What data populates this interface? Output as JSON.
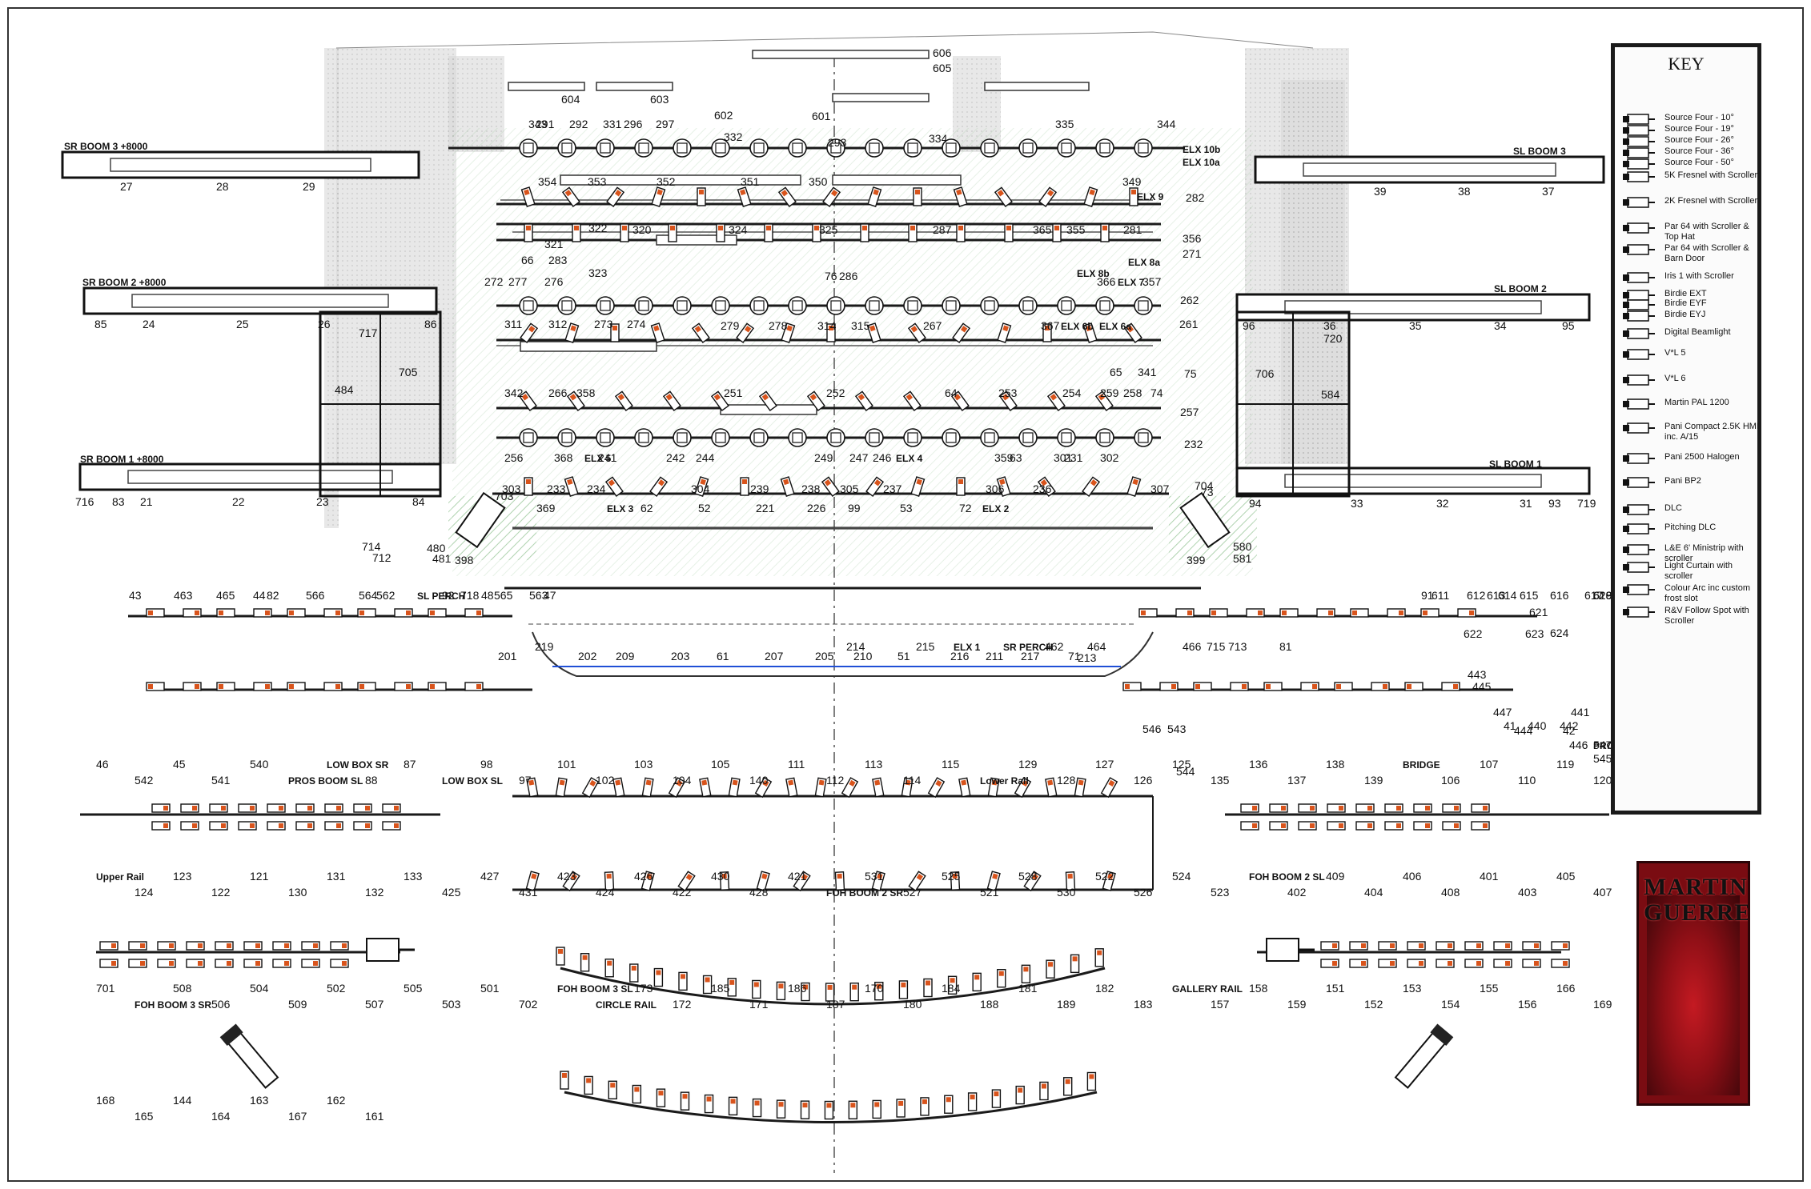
{
  "key": {
    "title": "KEY",
    "items": [
      {
        "icon": "source-four-icon",
        "label": "Source Four - 10°"
      },
      {
        "icon": "source-four-icon",
        "label": "Source Four - 19°"
      },
      {
        "icon": "source-four-icon",
        "label": "Source Four - 26°"
      },
      {
        "icon": "source-four-icon",
        "label": "Source Four - 36°"
      },
      {
        "icon": "source-four-icon",
        "label": "Source Four - 50°"
      },
      {
        "icon": "fresnel-5k-icon",
        "label": "5K Fresnel with Scroller"
      },
      {
        "icon": "fresnel-2k-icon",
        "label": "2K Fresnel with Scroller"
      },
      {
        "icon": "par64-tophat-icon",
        "label": "Par 64 with Scroller & Top Hat"
      },
      {
        "icon": "par64-barndoor-icon",
        "label": "Par 64 with Scroller & Barn Door"
      },
      {
        "icon": "iris-icon",
        "label": "Iris 1 with Scroller"
      },
      {
        "icon": "birdie-icon",
        "label": "Birdie EXT"
      },
      {
        "icon": "birdie-icon",
        "label": "Birdie EYF"
      },
      {
        "icon": "birdie-icon",
        "label": "Birdie EYJ"
      },
      {
        "icon": "beamlight-icon",
        "label": "Digital Beamlight"
      },
      {
        "icon": "vl5-icon",
        "label": "V*L 5"
      },
      {
        "icon": "vl6-icon",
        "label": "V*L 6"
      },
      {
        "icon": "martin-pal-icon",
        "label": "Martin PAL 1200"
      },
      {
        "icon": "pani-compact-icon",
        "label": "Pani Compact 2.5K HMI inc. A/15"
      },
      {
        "icon": "pani-2500-icon",
        "label": "Pani 2500 Halogen"
      },
      {
        "icon": "pani-bp2-icon",
        "label": "Pani BP2"
      },
      {
        "icon": "dlc-icon",
        "label": "DLC"
      },
      {
        "icon": "pitching-dlc-icon",
        "label": "Pitching DLC"
      },
      {
        "icon": "lae-ministrip-icon",
        "label": "L&E 6' Ministrip with scroller"
      },
      {
        "icon": "light-curtain-icon",
        "label": "Light Curtain with scroller"
      },
      {
        "icon": "colour-arc-icon",
        "label": "Colour Arc inc custom frost slot"
      },
      {
        "icon": "follow-spot-icon",
        "label": "R&V Follow Spot with Scroller"
      }
    ]
  },
  "poster": {
    "line1": "MARTIN",
    "line2": "GUERRE"
  },
  "colors": {
    "line": "#1a1a1a",
    "accent": "#d9541c",
    "blue": "#1f4fd6",
    "green": "#4aa55a",
    "wall": "#c9c9c9",
    "hatch": "#bcd9bc"
  },
  "labels": [
    {
      "t": "SR BOOM 3  +8000"
    },
    {
      "t": "27"
    },
    {
      "t": "28"
    },
    {
      "t": "29"
    },
    {
      "t": "SR BOOM 2  +8000"
    },
    {
      "t": "85"
    },
    {
      "t": "24"
    },
    {
      "t": "25"
    },
    {
      "t": "26"
    },
    {
      "t": "86"
    },
    {
      "t": "717"
    },
    {
      "t": "705"
    },
    {
      "t": "484"
    },
    {
      "t": "SR BOOM 1  +8000"
    },
    {
      "t": "716"
    },
    {
      "t": "83"
    },
    {
      "t": "21"
    },
    {
      "t": "22"
    },
    {
      "t": "23"
    },
    {
      "t": "84"
    },
    {
      "t": "714"
    },
    {
      "t": "712"
    },
    {
      "t": "703"
    },
    {
      "t": "480"
    },
    {
      "t": "481"
    },
    {
      "t": "398"
    },
    {
      "t": "SL BOOM 3"
    },
    {
      "t": "39"
    },
    {
      "t": "38"
    },
    {
      "t": "37"
    },
    {
      "t": "SL BOOM 2"
    },
    {
      "t": "96"
    },
    {
      "t": "36"
    },
    {
      "t": "35"
    },
    {
      "t": "34"
    },
    {
      "t": "95"
    },
    {
      "t": "720"
    },
    {
      "t": "706"
    },
    {
      "t": "584"
    },
    {
      "t": "SL BOOM 1"
    },
    {
      "t": "94"
    },
    {
      "t": "33"
    },
    {
      "t": "32"
    },
    {
      "t": "31"
    },
    {
      "t": "93"
    },
    {
      "t": "719"
    },
    {
      "t": "704"
    },
    {
      "t": "580"
    },
    {
      "t": "581"
    },
    {
      "t": "399"
    },
    {
      "t": "606"
    },
    {
      "t": "605"
    },
    {
      "t": "604"
    },
    {
      "t": "603"
    },
    {
      "t": "602"
    },
    {
      "t": "601"
    },
    {
      "t": "343"
    },
    {
      "t": "291"
    },
    {
      "t": "292"
    },
    {
      "t": "331"
    },
    {
      "t": "296"
    },
    {
      "t": "297"
    },
    {
      "t": "332"
    },
    {
      "t": "293"
    },
    {
      "t": "334"
    },
    {
      "t": "335"
    },
    {
      "t": "344"
    },
    {
      "t": "ELX 10b"
    },
    {
      "t": "ELX 10a"
    },
    {
      "t": "354"
    },
    {
      "t": "353"
    },
    {
      "t": "352"
    },
    {
      "t": "351"
    },
    {
      "t": "350"
    },
    {
      "t": "349"
    },
    {
      "t": "ELX 9"
    },
    {
      "t": "282"
    },
    {
      "t": "321"
    },
    {
      "t": "322"
    },
    {
      "t": "320"
    },
    {
      "t": "324"
    },
    {
      "t": "325"
    },
    {
      "t": "287"
    },
    {
      "t": "365"
    },
    {
      "t": "355"
    },
    {
      "t": "281"
    },
    {
      "t": "66"
    },
    {
      "t": "283"
    },
    {
      "t": "323"
    },
    {
      "t": "76"
    },
    {
      "t": "286"
    },
    {
      "t": "ELX 8b"
    },
    {
      "t": "ELX 8a"
    },
    {
      "t": "356"
    },
    {
      "t": "271"
    },
    {
      "t": "272"
    },
    {
      "t": "277"
    },
    {
      "t": "276"
    },
    {
      "t": "366"
    },
    {
      "t": "ELX 7"
    },
    {
      "t": "357"
    },
    {
      "t": "262"
    },
    {
      "t": "311"
    },
    {
      "t": "312"
    },
    {
      "t": "273"
    },
    {
      "t": "274"
    },
    {
      "t": "279"
    },
    {
      "t": "278"
    },
    {
      "t": "314"
    },
    {
      "t": "315"
    },
    {
      "t": "267"
    },
    {
      "t": "367"
    },
    {
      "t": "ELX 6b"
    },
    {
      "t": "ELX 6a"
    },
    {
      "t": "261"
    },
    {
      "t": "341"
    },
    {
      "t": "65"
    },
    {
      "t": "75"
    },
    {
      "t": "342"
    },
    {
      "t": "266"
    },
    {
      "t": "358"
    },
    {
      "t": "251"
    },
    {
      "t": "252"
    },
    {
      "t": "64"
    },
    {
      "t": "253"
    },
    {
      "t": "254"
    },
    {
      "t": "259"
    },
    {
      "t": "258"
    },
    {
      "t": "74"
    },
    {
      "t": "257"
    },
    {
      "t": "256"
    },
    {
      "t": "368"
    },
    {
      "t": "ELX 5"
    },
    {
      "t": "241"
    },
    {
      "t": "242"
    },
    {
      "t": "244"
    },
    {
      "t": "249"
    },
    {
      "t": "247"
    },
    {
      "t": "246"
    },
    {
      "t": "ELX 4"
    },
    {
      "t": "359"
    },
    {
      "t": "63"
    },
    {
      "t": "301"
    },
    {
      "t": "231"
    },
    {
      "t": "302"
    },
    {
      "t": "232"
    },
    {
      "t": "303"
    },
    {
      "t": "233"
    },
    {
      "t": "234"
    },
    {
      "t": "304"
    },
    {
      "t": "239"
    },
    {
      "t": "238"
    },
    {
      "t": "305"
    },
    {
      "t": "237"
    },
    {
      "t": "306"
    },
    {
      "t": "236"
    },
    {
      "t": "307"
    },
    {
      "t": "73"
    },
    {
      "t": "369"
    },
    {
      "t": "ELX 3"
    },
    {
      "t": "62"
    },
    {
      "t": "52"
    },
    {
      "t": "221"
    },
    {
      "t": "226"
    },
    {
      "t": "99"
    },
    {
      "t": "53"
    },
    {
      "t": "72"
    },
    {
      "t": "ELX 2"
    },
    {
      "t": "201"
    },
    {
      "t": "202"
    },
    {
      "t": "209"
    },
    {
      "t": "203"
    },
    {
      "t": "61"
    },
    {
      "t": "207"
    },
    {
      "t": "205"
    },
    {
      "t": "210"
    },
    {
      "t": "51"
    },
    {
      "t": "216"
    },
    {
      "t": "211"
    },
    {
      "t": "217"
    },
    {
      "t": "71"
    },
    {
      "t": "213"
    },
    {
      "t": "219"
    },
    {
      "t": "214"
    },
    {
      "t": "215"
    },
    {
      "t": "ELX 1"
    },
    {
      "t": "SR PERCH"
    },
    {
      "t": "462"
    },
    {
      "t": "464"
    },
    {
      "t": "466"
    },
    {
      "t": "715"
    },
    {
      "t": "713"
    },
    {
      "t": "81"
    },
    {
      "t": "43"
    },
    {
      "t": "463"
    },
    {
      "t": "465"
    },
    {
      "t": "44"
    },
    {
      "t": "82"
    },
    {
      "t": "566"
    },
    {
      "t": "564"
    },
    {
      "t": "562"
    },
    {
      "t": "SL PERCH"
    },
    {
      "t": "92"
    },
    {
      "t": "718"
    },
    {
      "t": "48"
    },
    {
      "t": "565"
    },
    {
      "t": "563"
    },
    {
      "t": "47"
    },
    {
      "t": "91"
    },
    {
      "t": "611"
    },
    {
      "t": "612"
    },
    {
      "t": "613"
    },
    {
      "t": "614"
    },
    {
      "t": "615"
    },
    {
      "t": "616"
    },
    {
      "t": "617"
    },
    {
      "t": "618"
    },
    {
      "t": "619"
    },
    {
      "t": "620"
    },
    {
      "t": "621"
    },
    {
      "t": "622"
    },
    {
      "t": "623"
    },
    {
      "t": "624"
    },
    {
      "t": "443"
    },
    {
      "t": "445"
    },
    {
      "t": "447"
    },
    {
      "t": "440"
    },
    {
      "t": "441"
    },
    {
      "t": "41"
    },
    {
      "t": "442"
    },
    {
      "t": "42"
    },
    {
      "t": "444"
    },
    {
      "t": "446"
    },
    {
      "t": "PROS BOOM SR"
    },
    {
      "t": "547"
    },
    {
      "t": "545"
    },
    {
      "t": "543"
    },
    {
      "t": "546"
    },
    {
      "t": "544"
    },
    {
      "t": "46"
    },
    {
      "t": "542"
    },
    {
      "t": "45"
    },
    {
      "t": "541"
    },
    {
      "t": "540"
    },
    {
      "t": "PROS BOOM SL"
    },
    {
      "t": "LOW BOX SR"
    },
    {
      "t": "88"
    },
    {
      "t": "87"
    },
    {
      "t": "LOW BOX SL"
    },
    {
      "t": "98"
    },
    {
      "t": "97"
    },
    {
      "t": "101"
    },
    {
      "t": "102"
    },
    {
      "t": "103"
    },
    {
      "t": "104"
    },
    {
      "t": "105"
    },
    {
      "t": "140"
    },
    {
      "t": "111"
    },
    {
      "t": "112"
    },
    {
      "t": "113"
    },
    {
      "t": "114"
    },
    {
      "t": "115"
    },
    {
      "t": "Lower Rail"
    },
    {
      "t": "129"
    },
    {
      "t": "128"
    },
    {
      "t": "127"
    },
    {
      "t": "126"
    },
    {
      "t": "125"
    },
    {
      "t": "135"
    },
    {
      "t": "136"
    },
    {
      "t": "137"
    },
    {
      "t": "138"
    },
    {
      "t": "139"
    },
    {
      "t": "BRIDGE"
    },
    {
      "t": "106"
    },
    {
      "t": "107"
    },
    {
      "t": "110"
    },
    {
      "t": "119"
    },
    {
      "t": "120"
    },
    {
      "t": "Upper Rail"
    },
    {
      "t": "124"
    },
    {
      "t": "123"
    },
    {
      "t": "122"
    },
    {
      "t": "121"
    },
    {
      "t": "130"
    },
    {
      "t": "131"
    },
    {
      "t": "132"
    },
    {
      "t": "133"
    },
    {
      "t": "425"
    },
    {
      "t": "427"
    },
    {
      "t": "431"
    },
    {
      "t": "423"
    },
    {
      "t": "424"
    },
    {
      "t": "426"
    },
    {
      "t": "422"
    },
    {
      "t": "430"
    },
    {
      "t": "428"
    },
    {
      "t": "421"
    },
    {
      "t": "FOH BOOM 2 SR"
    },
    {
      "t": "531"
    },
    {
      "t": "527"
    },
    {
      "t": "525"
    },
    {
      "t": "521"
    },
    {
      "t": "528"
    },
    {
      "t": "530"
    },
    {
      "t": "522"
    },
    {
      "t": "526"
    },
    {
      "t": "524"
    },
    {
      "t": "523"
    },
    {
      "t": "FOH BOOM 2 SL"
    },
    {
      "t": "402"
    },
    {
      "t": "409"
    },
    {
      "t": "404"
    },
    {
      "t": "406"
    },
    {
      "t": "408"
    },
    {
      "t": "401"
    },
    {
      "t": "403"
    },
    {
      "t": "405"
    },
    {
      "t": "407"
    },
    {
      "t": "701"
    },
    {
      "t": "FOH BOOM 3 SR"
    },
    {
      "t": "508"
    },
    {
      "t": "506"
    },
    {
      "t": "504"
    },
    {
      "t": "509"
    },
    {
      "t": "502"
    },
    {
      "t": "507"
    },
    {
      "t": "505"
    },
    {
      "t": "503"
    },
    {
      "t": "501"
    },
    {
      "t": "702"
    },
    {
      "t": "FOH BOOM 3 SL"
    },
    {
      "t": "CIRCLE RAIL"
    },
    {
      "t": "173"
    },
    {
      "t": "172"
    },
    {
      "t": "185"
    },
    {
      "t": "171"
    },
    {
      "t": "186"
    },
    {
      "t": "187"
    },
    {
      "t": "170"
    },
    {
      "t": "180"
    },
    {
      "t": "184"
    },
    {
      "t": "188"
    },
    {
      "t": "181"
    },
    {
      "t": "189"
    },
    {
      "t": "182"
    },
    {
      "t": "183"
    },
    {
      "t": "GALLERY RAIL"
    },
    {
      "t": "157"
    },
    {
      "t": "158"
    },
    {
      "t": "159"
    },
    {
      "t": "151"
    },
    {
      "t": "152"
    },
    {
      "t": "153"
    },
    {
      "t": "154"
    },
    {
      "t": "155"
    },
    {
      "t": "156"
    },
    {
      "t": "166"
    },
    {
      "t": "169"
    },
    {
      "t": "168"
    },
    {
      "t": "165"
    },
    {
      "t": "144"
    },
    {
      "t": "164"
    },
    {
      "t": "163"
    },
    {
      "t": "167"
    },
    {
      "t": "162"
    },
    {
      "t": "161"
    }
  ]
}
